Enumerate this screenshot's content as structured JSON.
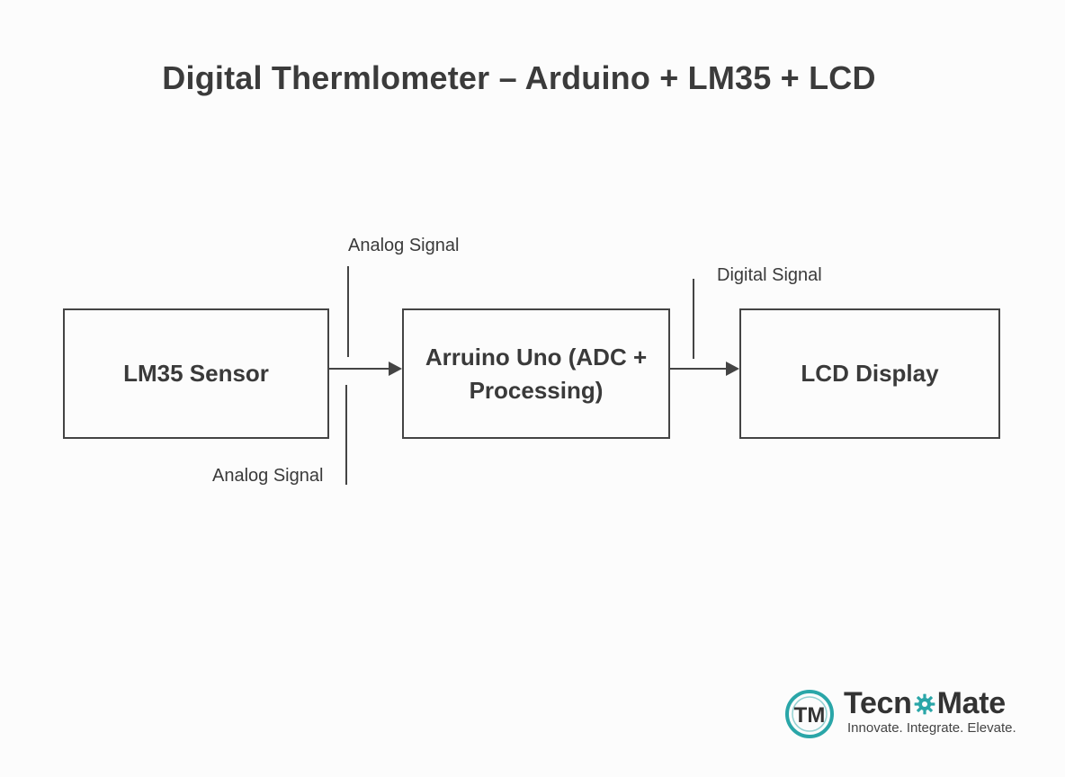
{
  "title": "Digital Thermlometer – Arduino + LM35 + LCD",
  "blocks": {
    "sensor": "LM35 Sensor",
    "arduino": "Arruino Uno (ADC + Processing)",
    "lcd": "LCD Display"
  },
  "labels": {
    "analog_top": "Analog Signal",
    "analog_bottom": "Analog Signal",
    "digital": "Digital Signal"
  },
  "logo": {
    "brand_prefix": "Tecn",
    "brand_suffix": "Mate",
    "brand_full": "TecnoMate",
    "monogram": "TM",
    "tagline": "Innovate. Integrate. Elevate.",
    "accent_color": "#2aa6a8",
    "gear_icon": "gear-icon"
  }
}
